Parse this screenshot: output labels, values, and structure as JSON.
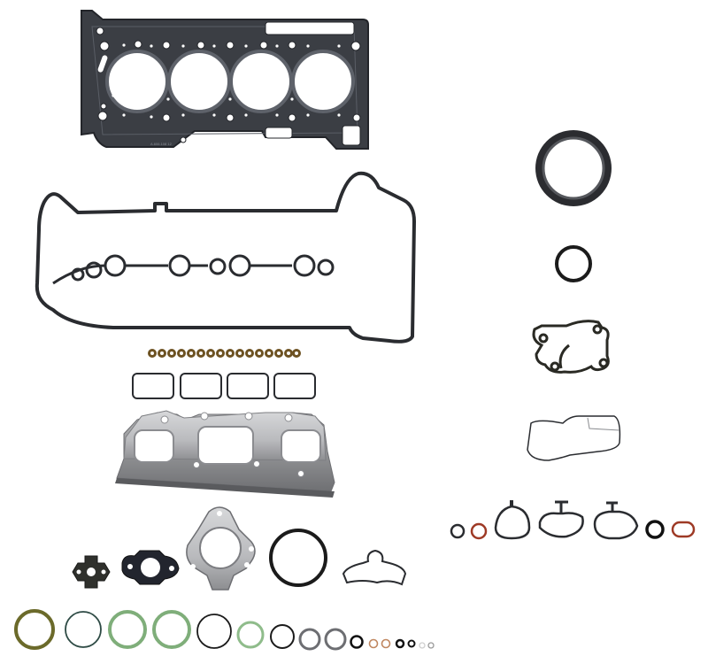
{
  "image": {
    "subject": "Engine full gasket set product photo",
    "background": "#ffffff",
    "stamp_text": "ꟼ",
    "colors": {
      "metal_dark": "#3a3d43",
      "metal_gray": "#a7a8ab",
      "rubber_black": "#1d1d1d",
      "green_oring": "#7fae7a",
      "olive_oring": "#6b6a2a",
      "copper": "#b06b4d",
      "red_brown": "#9e3a26"
    }
  },
  "components": {
    "head_gasket": {
      "label": "Cylinder head gasket (4 cylinder, MLS)",
      "cylinders": 4
    },
    "valve_cover_gasket": {
      "label": "Valve cover gasket with spark plug tube seals",
      "tube_seals": 6
    },
    "valve_stem_seals": {
      "label": "Valve stem seals",
      "count": 16
    },
    "intake_gaskets": {
      "label": "Intake port gaskets",
      "count": 4
    },
    "exhaust_manifold_gasket": {
      "label": "Exhaust manifold gasket with heat shield"
    },
    "crankshaft_front_seal": {
      "label": "Front crankshaft seal"
    },
    "camshaft_seal": {
      "label": "Camshaft seal"
    },
    "water_pump_gasket": {
      "label": "Water pump gasket"
    },
    "oil_pan_gasket": {
      "label": "Oil pan / timing cover gasket"
    },
    "misc_seals_row": {
      "label": "Intake / throttle body seals",
      "count": 7
    },
    "egr_and_turbo_gaskets": {
      "label": "EGR, flange and turbo gaskets",
      "count": 5
    },
    "o_rings_row": {
      "label": "Assorted O-rings",
      "count": 18
    }
  }
}
